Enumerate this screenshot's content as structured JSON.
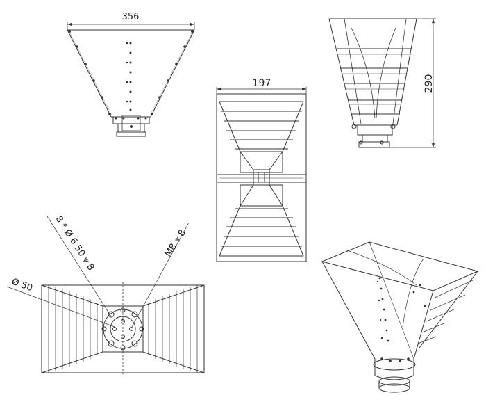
{
  "dimensions": {
    "top_width": "356",
    "center_width": "197",
    "height": "290",
    "hole_spec": "8 * Ø 6.50 ⩔ 8",
    "thread_spec": "M8 ⩔ 8",
    "flange_diameter": "Ø 50"
  },
  "colors": {
    "stroke": "#333333",
    "light_stroke": "#888888",
    "background": "#ffffff"
  }
}
